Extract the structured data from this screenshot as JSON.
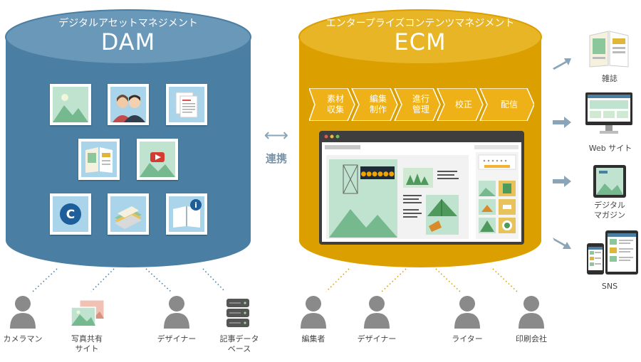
{
  "dam": {
    "subtitle": "デジタルアセットマネジメント",
    "title": "DAM"
  },
  "ecm": {
    "subtitle": "エンタープライズコンテンツマネジメント",
    "title": "ECM",
    "steps": [
      "素材\n収集",
      "編集\n制作",
      "進行\n管理",
      "校正",
      "配信"
    ]
  },
  "link": {
    "symbol": "⟷",
    "label": "連携"
  },
  "outputs": [
    "雑誌",
    "Web サイト",
    "デジタル\nマガジン",
    "SNS"
  ],
  "dam_users": [
    "カメラマン",
    "写真共有\nサイト",
    "デザイナー",
    "記事データ\nベース"
  ],
  "ecm_users": [
    "編集者",
    "デザイナー",
    "ライター",
    "印刷会社"
  ],
  "mock": {
    "badge_text": "●●●●●●",
    "info_letter": "i",
    "c_letter": "C"
  },
  "colors": {
    "dam": "#4a7fa3",
    "dam_top": "#6997b8",
    "ecm": "#dba000",
    "ecm_top": "#e8b526",
    "arrow": "#8aa4b8",
    "person": "#8a8a8a"
  }
}
